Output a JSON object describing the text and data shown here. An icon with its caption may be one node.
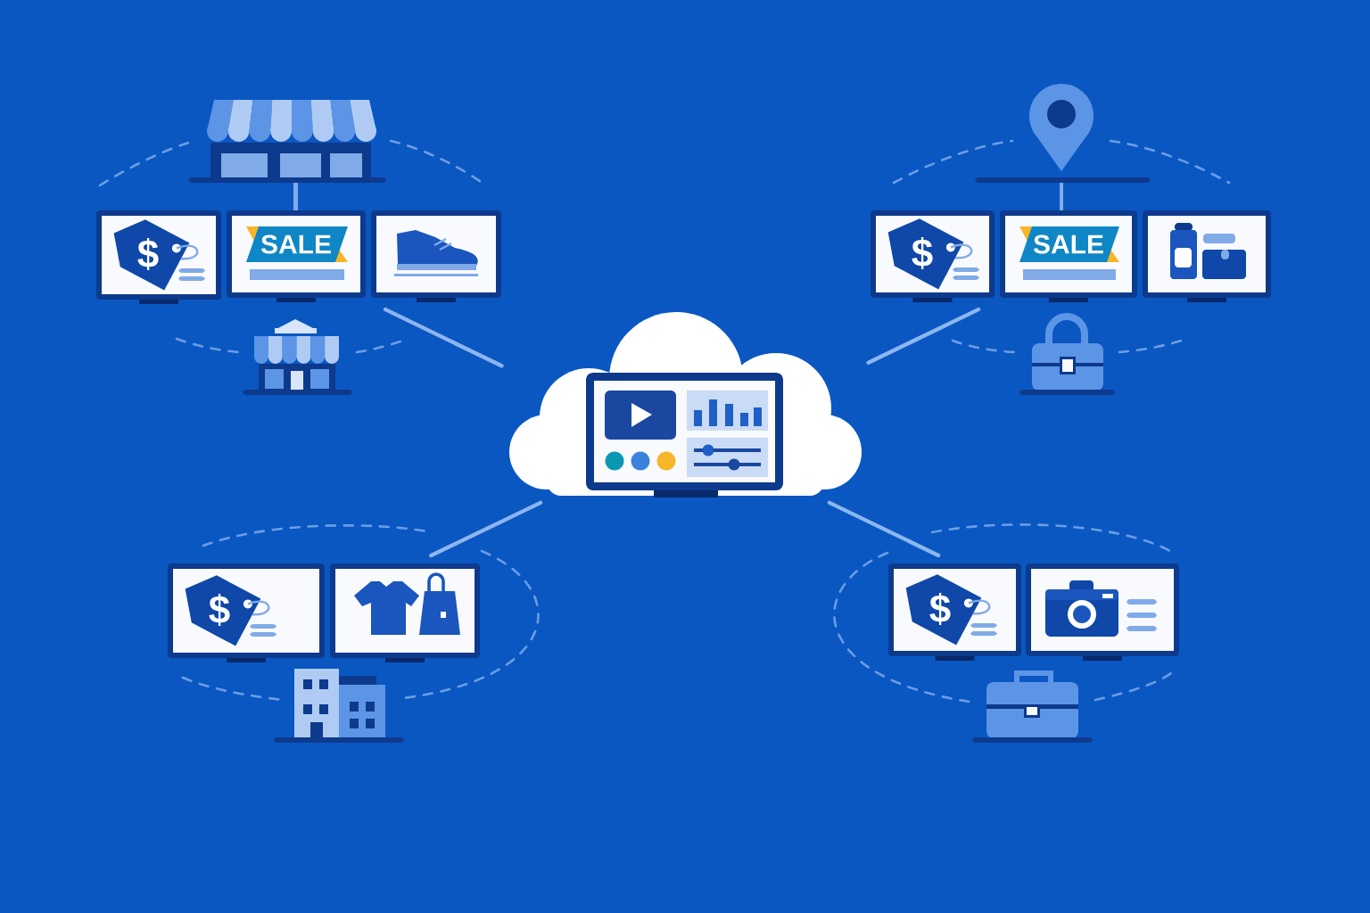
{
  "diagram": {
    "nodes": [
      {
        "text": [
          "$",
          "SALE"
        ]
      },
      {
        "text": [
          "$",
          "SALE"
        ]
      },
      {
        "text": [],
        "shape": "cloud"
      },
      {
        "text": [
          "$"
        ]
      },
      {
        "text": [
          "$"
        ]
      }
    ],
    "edges": [
      {
        "from": 2,
        "to": 0,
        "arrow": "none"
      },
      {
        "from": 2,
        "to": 1,
        "arrow": "none"
      },
      {
        "from": 2,
        "to": 3,
        "arrow": "none"
      },
      {
        "from": 2,
        "to": 4,
        "arrow": "none"
      }
    ]
  }
}
